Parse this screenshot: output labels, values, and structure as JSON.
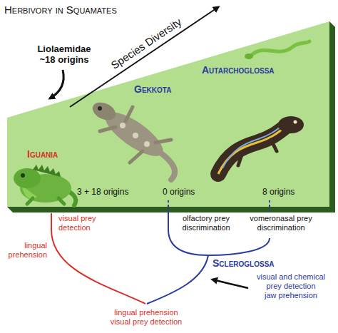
{
  "diagram": {
    "title": "Herbivory in Squamates",
    "nodes": [
      {
        "text": [
          "Iguania",
          "3 + 18 origins",
          "Gekkota",
          "0 origins",
          "Autarchoglossa",
          "8 origins"
        ]
      }
    ],
    "labels": [
      "Liolaemidae ~18 origins",
      "Species Diversity",
      "visual prey detection",
      "lingual prehension",
      "olfactory prey discrimination",
      "vomeronasal prey discrimination",
      "Scleroglossa",
      "visual and chemical prey detection",
      "jaw prehension",
      "lingual prehension",
      "visual prey detection"
    ]
  }
}
